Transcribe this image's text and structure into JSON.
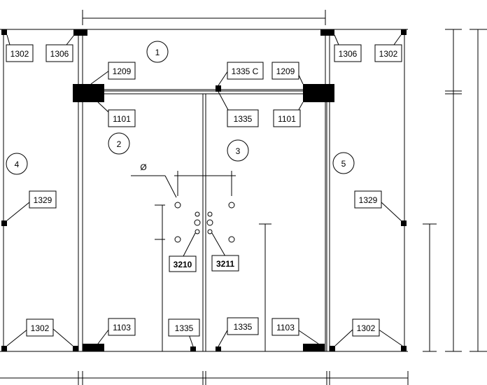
{
  "drawing": {
    "zone_numbers": [
      "1",
      "2",
      "3",
      "4",
      "5"
    ],
    "diameter_symbol": "Ø",
    "labels": {
      "top_left_1302": "1302",
      "top_left_1306": "1306",
      "top_right_1306": "1306",
      "top_right_1302": "1302",
      "left_1209": "1209",
      "right_1209": "1209",
      "center_1335c": "1335 C",
      "center_1335": "1335",
      "left_1101": "1101",
      "right_1101": "1101",
      "left_1329": "1329",
      "right_1329": "1329",
      "handle_left": "3210",
      "handle_right": "3211",
      "bottom_left_1302": "1302",
      "bottom_left_1103": "1103",
      "bottom_center_1335_a": "1335",
      "bottom_center_1335_b": "1335",
      "bottom_right_1103": "1103",
      "bottom_right_1302": "1302"
    }
  }
}
